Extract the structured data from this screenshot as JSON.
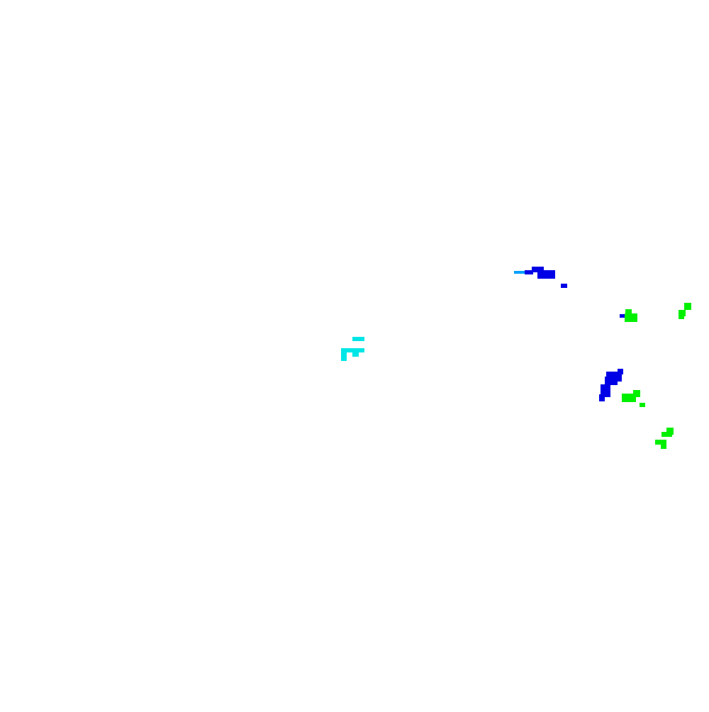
{
  "background_color": "#ffffff",
  "palette": {
    "blue": "#0000e6",
    "light_blue": "#00a0ff",
    "cyan": "#00e6e6",
    "green": "#00f000"
  },
  "features": [
    {
      "name": "blue-cluster-north",
      "color": "blue"
    },
    {
      "name": "light-blue-streak",
      "color": "light_blue"
    },
    {
      "name": "cyan-cluster-center",
      "color": "cyan"
    },
    {
      "name": "blue-cluster-east",
      "color": "blue"
    },
    {
      "name": "green-cluster-east",
      "color": "green"
    }
  ]
}
